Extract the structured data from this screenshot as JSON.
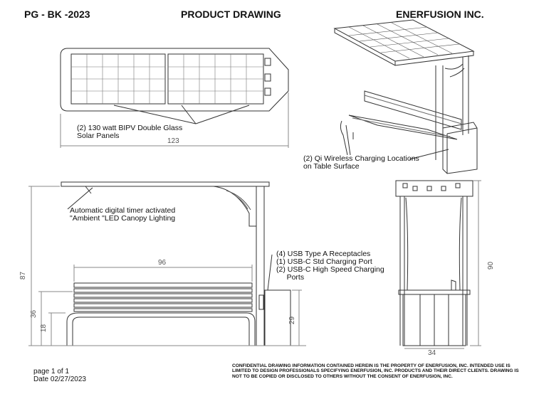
{
  "header": {
    "doc_code": "PG - BK -2023",
    "title": "PRODUCT DRAWING",
    "company": "ENERFUSION INC."
  },
  "callouts": {
    "solar_panels": "(2) 130 watt BIPV Double Glass\nSolar Panels",
    "qi_charging": "(2) Qi Wireless Charging Locations\non Table Surface",
    "led_lighting": "Automatic digital timer activated\n\"Ambient \"LED Canopy Lighting",
    "receptacles": "(4) USB Type A Receptacles\n(1) USB-C Std Charging Port\n(2) USB-C High Speed Charging\n     Ports"
  },
  "dimensions": {
    "top_length": "123",
    "overall_height": "87",
    "bench_length": "96",
    "seat_height_36": "36",
    "seat_height_18": "18",
    "table_height": "29",
    "end_height": "90",
    "end_width": "34"
  },
  "footer": {
    "page": "page 1 of 1",
    "date": "Date 02/27/2023",
    "confidential": "CONFIDENTIAL DRAWING INFORMATION CONTAINED HEREIN IS THE PROPERTY OF ENERFUSION, INC. INTENDED USE IS LIMITED TO DESIGN PROFESSIONALS SPECIFYING ENERFUSION, INC. PRODUCTS AND THEIR DIRECT CLIENTS. DRAWING IS NOT TO BE COPIED OR DISCLOSED TO OTHERS WITHOUT THE CONSENT OF ENERFUSION, INC."
  }
}
